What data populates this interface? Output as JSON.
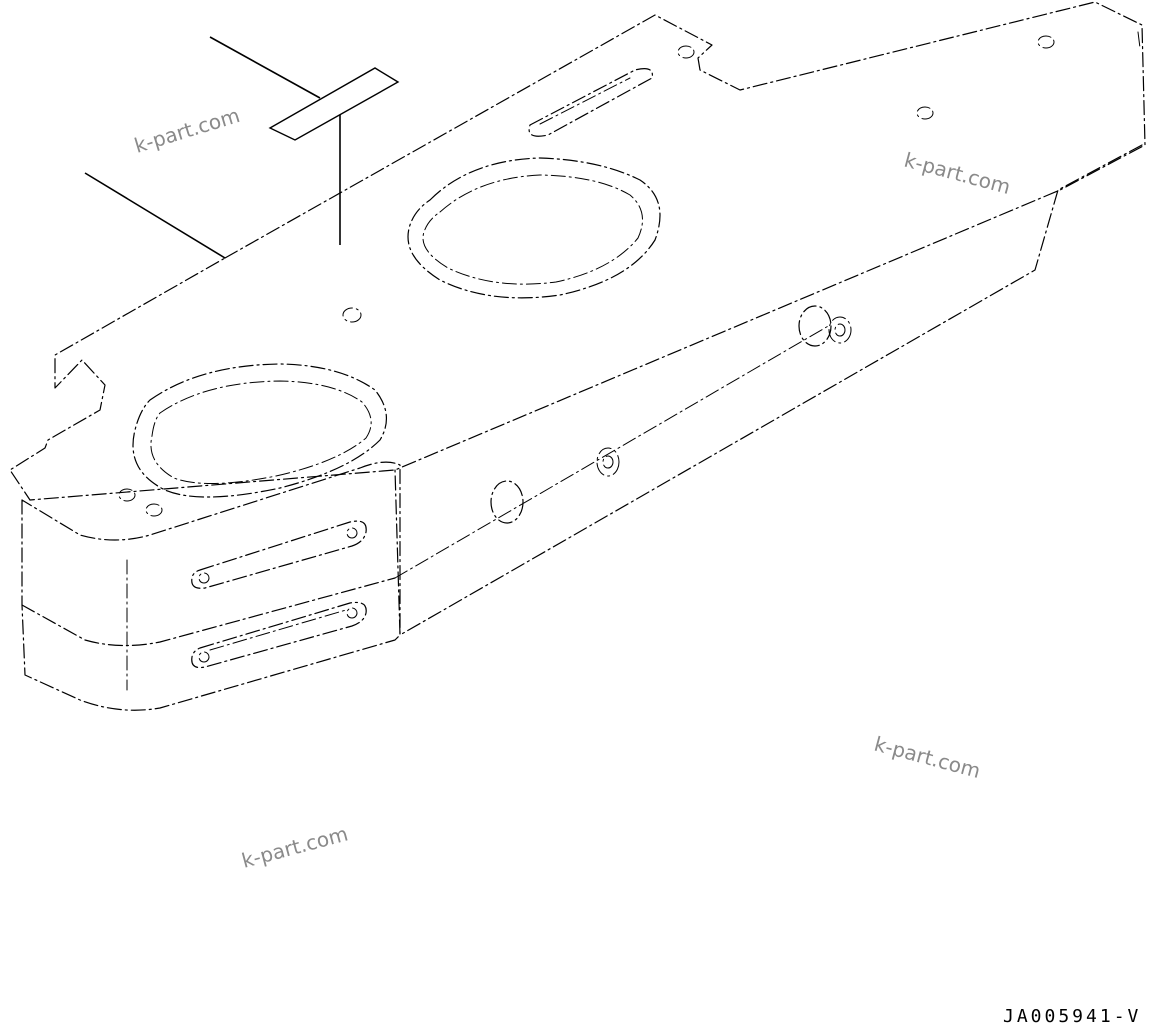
{
  "drawing": {
    "code": "JA005941-V",
    "watermarks": [
      "k-part.com",
      "k-part.com",
      "k-part.com",
      "k-part.com"
    ]
  },
  "colors": {
    "line": "#000000",
    "watermark": "#8a8a8a",
    "background": "#ffffff"
  }
}
